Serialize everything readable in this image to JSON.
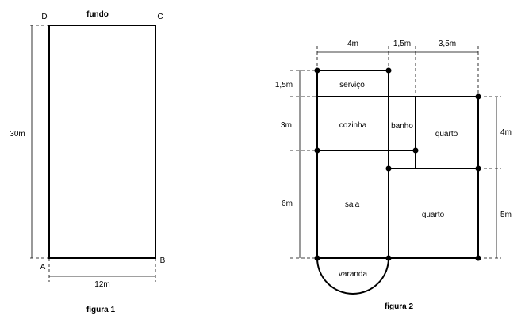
{
  "figure1": {
    "caption": "figura 1",
    "top_label": "fundo",
    "corners": {
      "a": "A",
      "b": "B",
      "c": "C",
      "d": "D"
    },
    "width_label": "12m",
    "height_label": "30m"
  },
  "figure2": {
    "caption": "figura 2",
    "top_dims": [
      "4m",
      "1,5m",
      "3,5m"
    ],
    "left_dims": [
      "1,5m",
      "3m",
      "6m"
    ],
    "right_dims": [
      "4m",
      "5m"
    ],
    "rooms": {
      "servico": "serviço",
      "cozinha": "cozinha",
      "banho": "banho",
      "quarto_top": "quarto",
      "sala": "sala",
      "quarto_bottom": "quarto",
      "varanda": "varanda"
    }
  }
}
